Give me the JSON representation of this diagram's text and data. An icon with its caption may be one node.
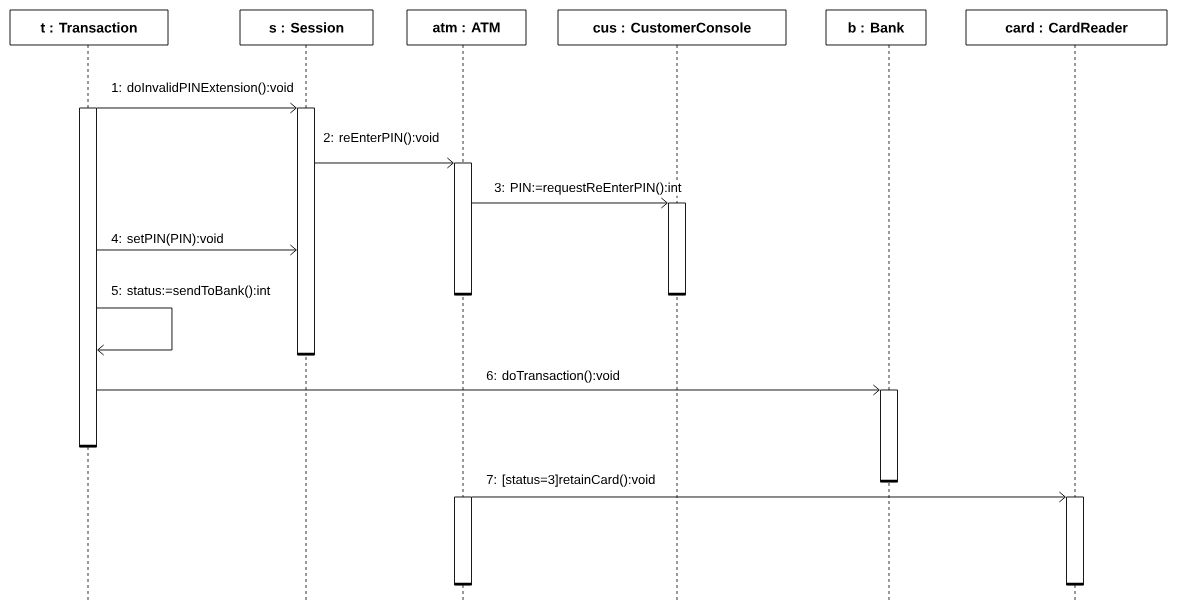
{
  "diagram": {
    "nodes": [
      {
        "text": [
          "t : Transaction"
        ]
      },
      {
        "text": [
          "s : Session"
        ]
      },
      {
        "text": [
          "atm : ATM"
        ]
      },
      {
        "text": [
          "cus : CustomerConsole"
        ]
      },
      {
        "text": [
          "b : Bank"
        ]
      },
      {
        "text": [
          "card : CardReader"
        ]
      },
      {
        "text": [],
        "shape": "bar"
      },
      {
        "text": [],
        "shape": "bar"
      },
      {
        "text": [],
        "shape": "bar"
      },
      {
        "text": [],
        "shape": "bar"
      },
      {
        "text": [],
        "shape": "bar"
      },
      {
        "text": [],
        "shape": "bar"
      },
      {
        "text": [],
        "shape": "bar"
      }
    ],
    "edges": [
      {
        "from": 6,
        "to": 7,
        "arrow": "to",
        "label": "1: doInvalidPINExtension():void"
      },
      {
        "from": 7,
        "to": 8,
        "arrow": "to",
        "label": "2: reEnterPIN():void"
      },
      {
        "from": 8,
        "to": 9,
        "arrow": "to",
        "label": "3: PIN:=requestReEnterPIN():int"
      },
      {
        "from": 6,
        "to": 7,
        "arrow": "to",
        "label": "4: setPIN(PIN):void"
      },
      {
        "from": 6,
        "to": 6,
        "arrow": "to",
        "label": "5: status:=sendToBank():int"
      },
      {
        "from": 6,
        "to": 10,
        "arrow": "to",
        "label": "6: doTransaction():void"
      },
      {
        "from": 11,
        "to": 12,
        "arrow": "to",
        "label": "7: [status=3]retainCard():void"
      }
    ]
  }
}
